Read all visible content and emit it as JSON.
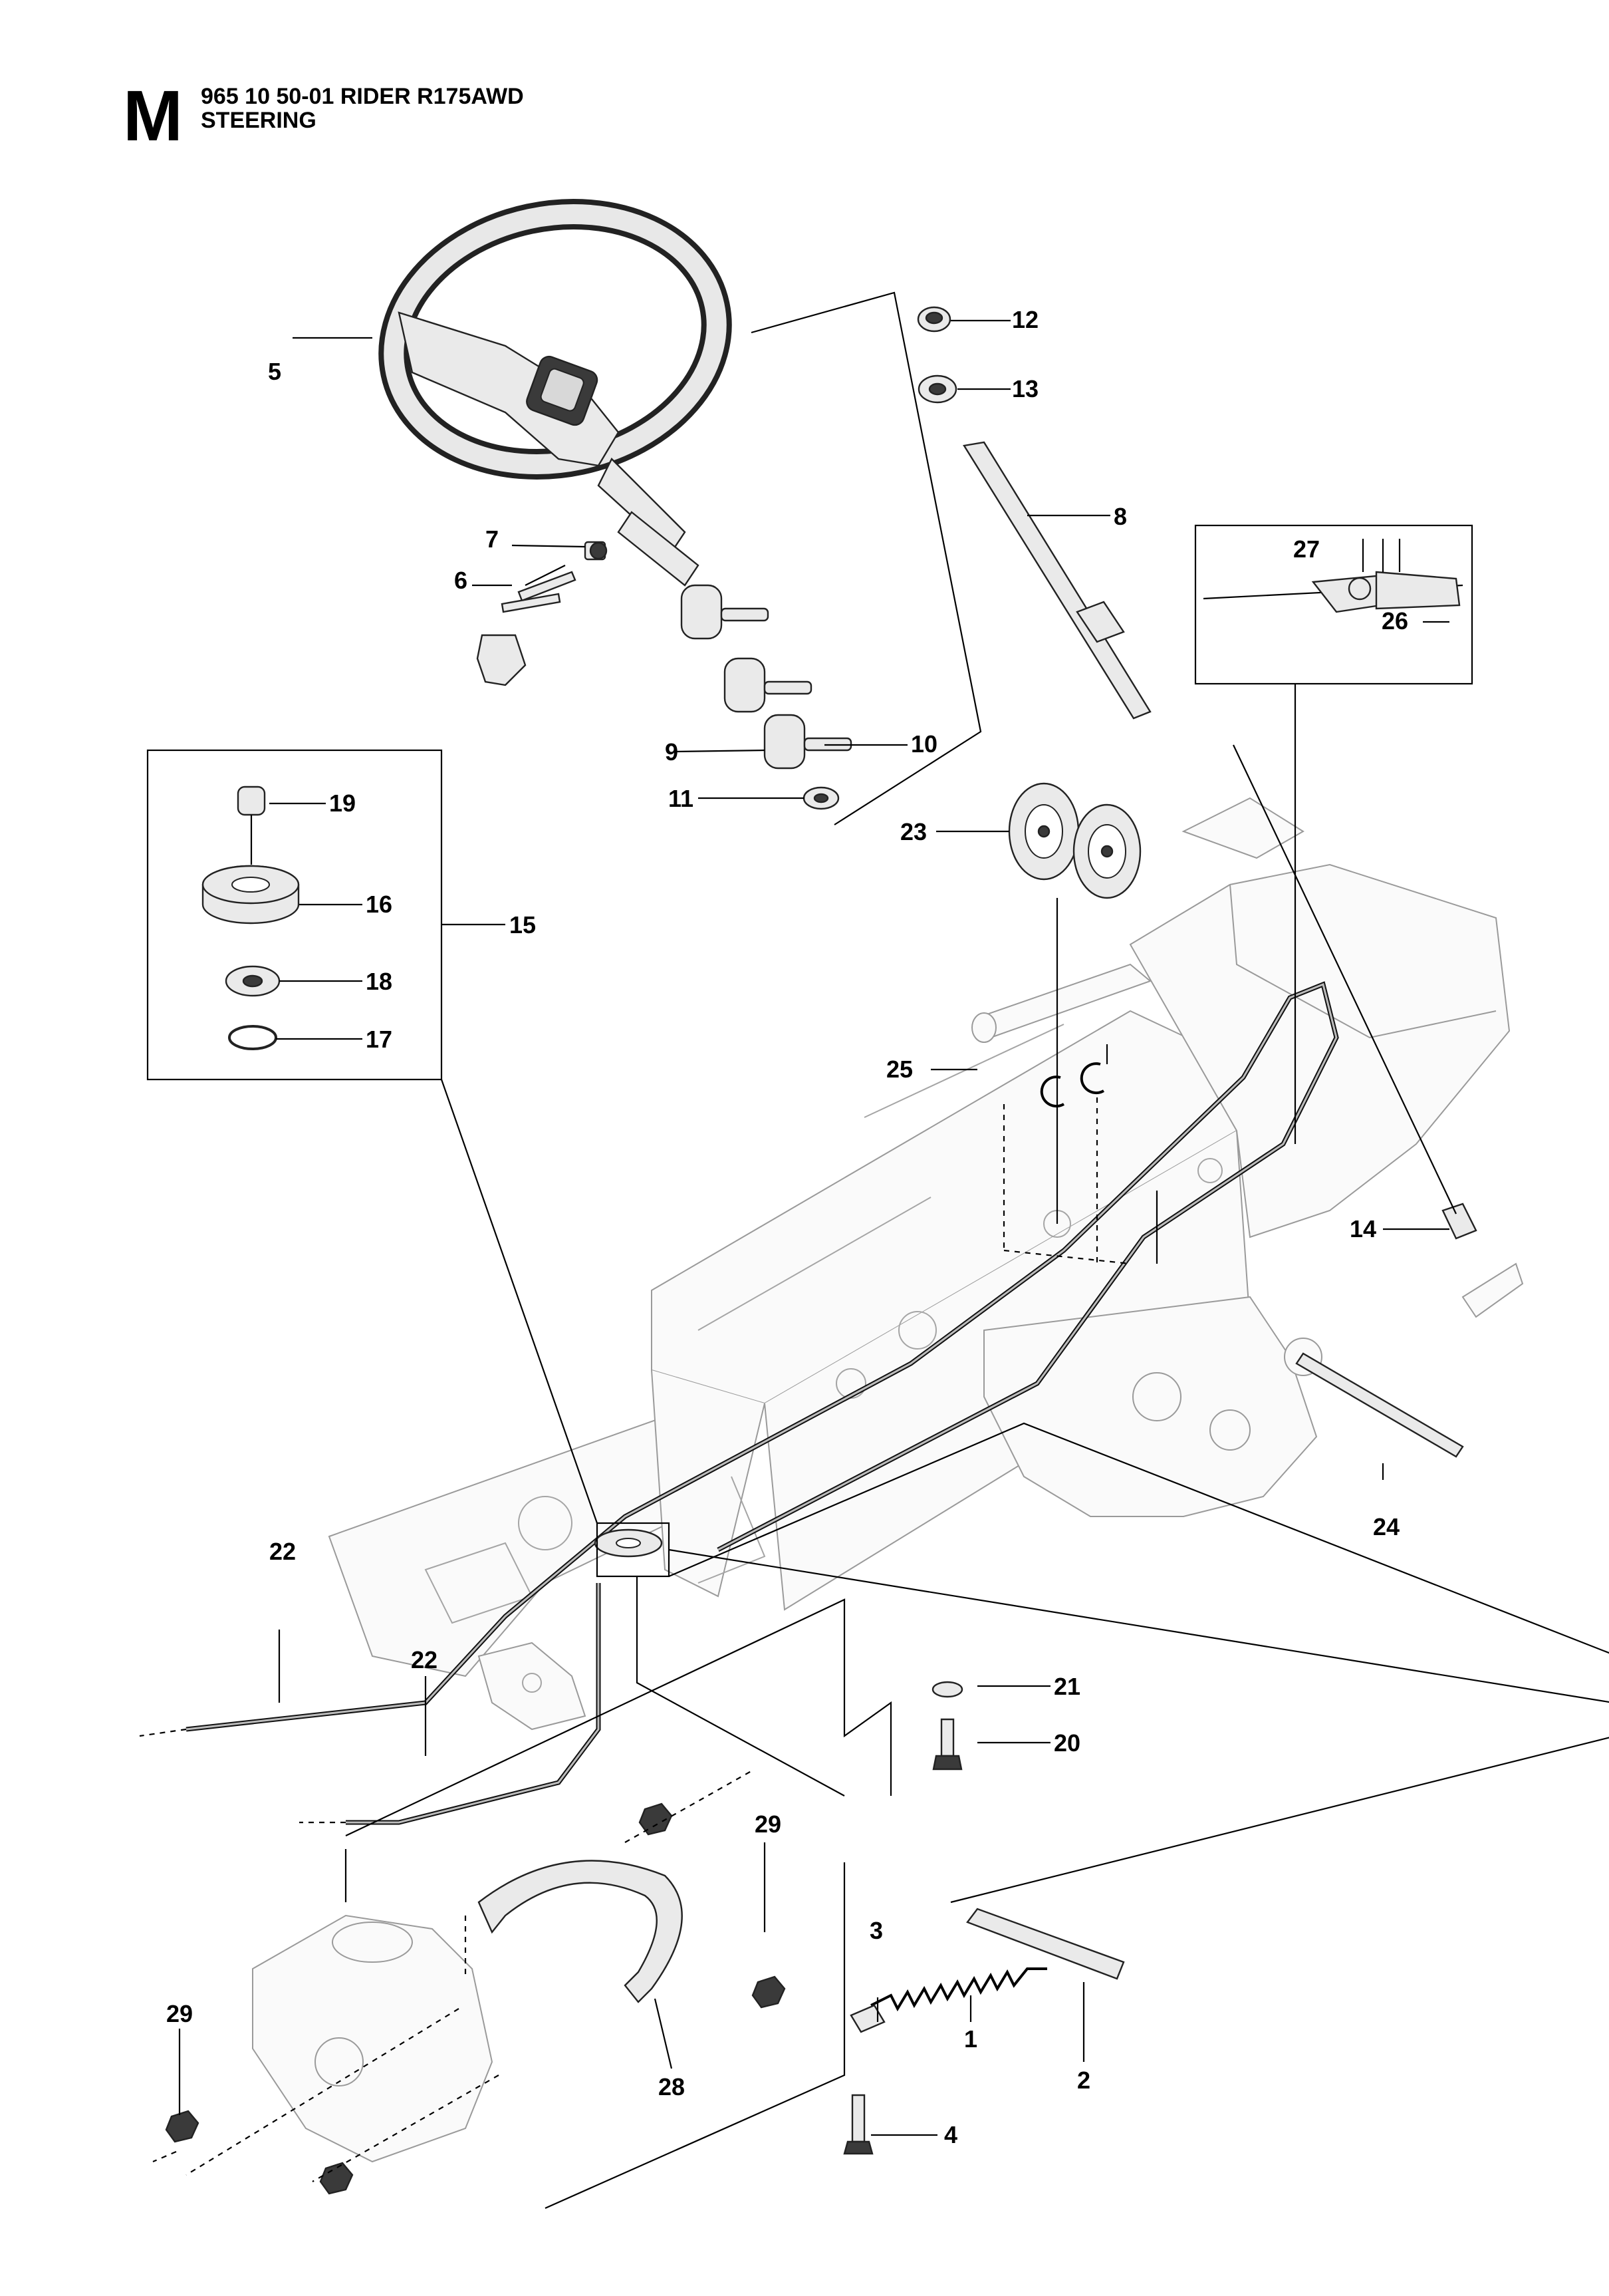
{
  "header": {
    "section_letter": "M",
    "model_code": "965 10 50-01 RIDER R175AWD",
    "section_title": "STEERING"
  },
  "callouts": {
    "c1": "1",
    "c2": "2",
    "c3": "3",
    "c4": "4",
    "c5": "5",
    "c6": "6",
    "c7": "7",
    "c8": "8",
    "c9": "9",
    "c10": "10",
    "c11": "11",
    "c12": "12",
    "c13": "13",
    "c14": "14",
    "c15": "15",
    "c16": "16",
    "c17": "17",
    "c18": "18",
    "c19": "19",
    "c20": "20",
    "c21": "21",
    "c22a": "22",
    "c22b": "22",
    "c23": "23",
    "c24": "24",
    "c25": "25",
    "c26": "26",
    "c27": "27",
    "c28": "28",
    "c29a": "29",
    "c29b": "29"
  }
}
